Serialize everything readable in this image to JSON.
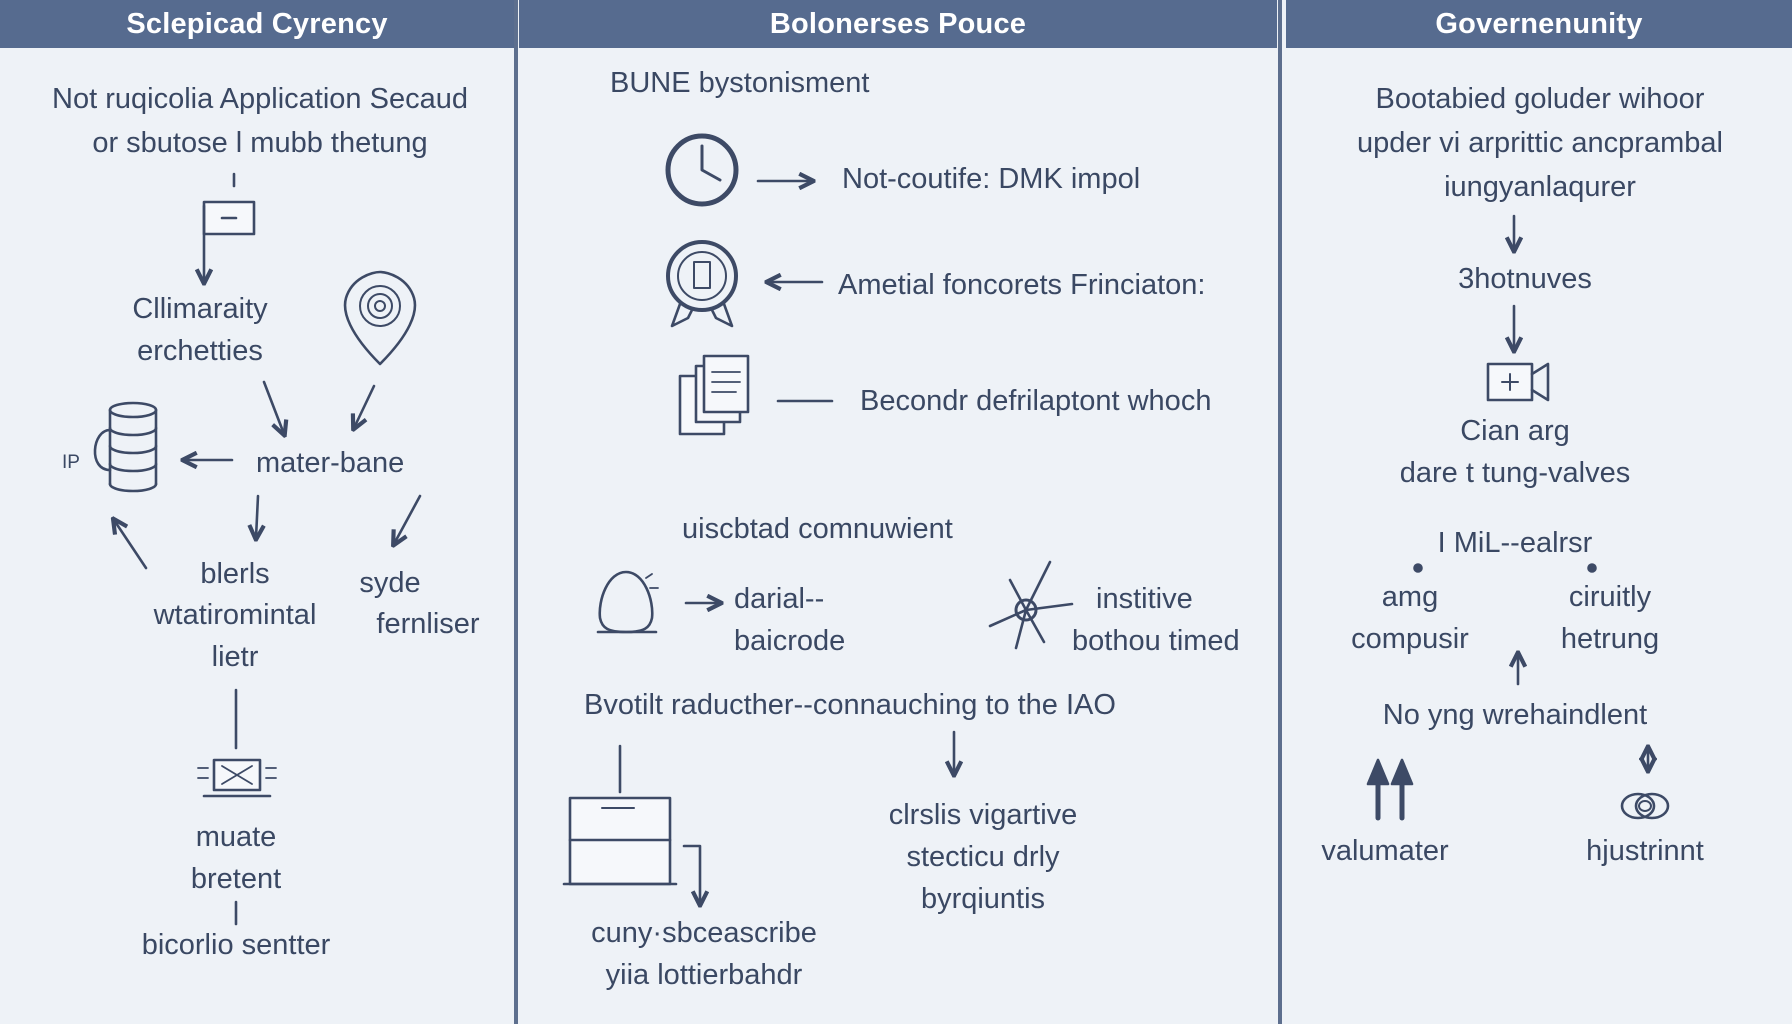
{
  "columns": [
    {
      "header": "Sclepicad Cyrency",
      "title_lines": [
        "Not ruqicolia Application Secaud",
        "or sbutose l mubb thetung"
      ],
      "node_climaraity": [
        "Cllimaraity",
        "erchetties"
      ],
      "ip_label": "IP",
      "node_mater_bane": "mater-bane",
      "node_blerls": [
        "blerls",
        "wtatiromintal",
        "lietr"
      ],
      "node_syde": [
        "syde",
        "fernliser"
      ],
      "node_muate": [
        "muate",
        "bretent"
      ],
      "node_bicorlio": "bicorlio sentter"
    },
    {
      "header": "Bolonerses Pouce",
      "section1_title": "BUNE bystonisment",
      "row1_text": "Not-coutife: DMK impol",
      "row2_text": "Ametial foncorets Frinciaton:",
      "row3_text": "Becondr defrilaptont whoch",
      "section2_title": "uiscbtad comnuwient",
      "node_darial": [
        "darial--",
        "baicrode"
      ],
      "node_institive": [
        "institive",
        "bothou timed"
      ],
      "section3_title": "Bvotilt raducther--connauching to the IAO",
      "node_clrslis": [
        "clrslis vigartive",
        "stecticu drly",
        "byrqiuntis"
      ],
      "node_cuny": [
        "cuny·sbceascribe",
        "yiia lottierbahdr"
      ]
    },
    {
      "header": "Governenunity",
      "title_lines": [
        "Bootabied goluder wihoor",
        "upder vi arprittic ancprambal",
        "iungyanlaqurer"
      ],
      "node_3hotnuves": "3hotnuves",
      "node_cian": [
        "Cian arg",
        "dare t tung-valves"
      ],
      "node_imil": "I MiL--ealrsr",
      "node_amg": [
        "amg",
        "compusir"
      ],
      "node_ciruity": [
        "ciruitly",
        "hetrung"
      ],
      "node_no_yng": "No yng wrehaindlent",
      "node_valumater": "valumater",
      "node_hjustrinnt": "hjustrinnt"
    }
  ]
}
